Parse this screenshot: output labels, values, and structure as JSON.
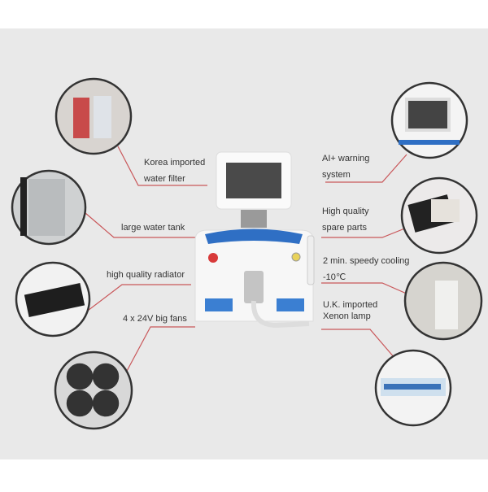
{
  "features": [
    {
      "id": "water-filter",
      "line1": "Korea imported",
      "line2": "water filter"
    },
    {
      "id": "warning",
      "line1": "AI+ warning",
      "line2": "system"
    },
    {
      "id": "water-tank",
      "line1": "large water tank"
    },
    {
      "id": "spare-parts",
      "line1": "High quality",
      "line2": "spare parts"
    },
    {
      "id": "radiator",
      "line1": "high quality radiator"
    },
    {
      "id": "cooling",
      "line1": "2 min. speedy cooling",
      "line2": "-10℃"
    },
    {
      "id": "fans",
      "line1": "4 x 24V big fans"
    },
    {
      "id": "xenon",
      "line1": "U.K. imported",
      "line2": "Xenon lamp"
    }
  ],
  "colors": {
    "background": "#e9e9e9",
    "leader": "#c9575a",
    "accent": "#2f6fc4"
  }
}
